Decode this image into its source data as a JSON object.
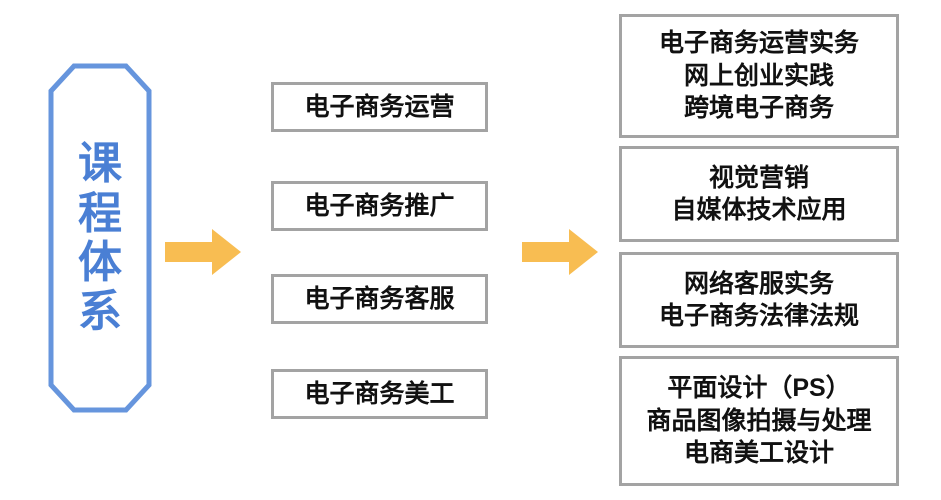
{
  "diagram": {
    "title": "课程体系",
    "colors": {
      "node_border_blue": "#6695dd",
      "node_text_blue": "#4a7fd4",
      "arrow_orange": "#f8bd52",
      "box_border_gray": "#a3a3a3",
      "box_fill": "#ffffff",
      "box_text": "#111111",
      "background": "#ffffff"
    },
    "root": {
      "label": "课程体系",
      "chars": [
        "课",
        "程",
        "体",
        "系"
      ]
    },
    "arrows": [
      {
        "name": "arrow-root-to-categories",
        "direction": "right"
      },
      {
        "name": "arrow-categories-to-courses",
        "direction": "right"
      }
    ],
    "categories": [
      {
        "label": "电子商务运营"
      },
      {
        "label": "电子商务推广"
      },
      {
        "label": "电子商务客服"
      },
      {
        "label": "电子商务美工"
      }
    ],
    "course_groups": [
      {
        "lines": [
          "电子商务运营实务",
          "网上创业实践",
          "跨境电子商务"
        ]
      },
      {
        "lines": [
          "视觉营销",
          "自媒体技术应用"
        ]
      },
      {
        "lines": [
          "网络客服实务",
          "电子商务法律法规"
        ]
      },
      {
        "lines": [
          "平面设计（PS）",
          "商品图像拍摄与处理",
          "电商美工设计"
        ]
      }
    ]
  }
}
